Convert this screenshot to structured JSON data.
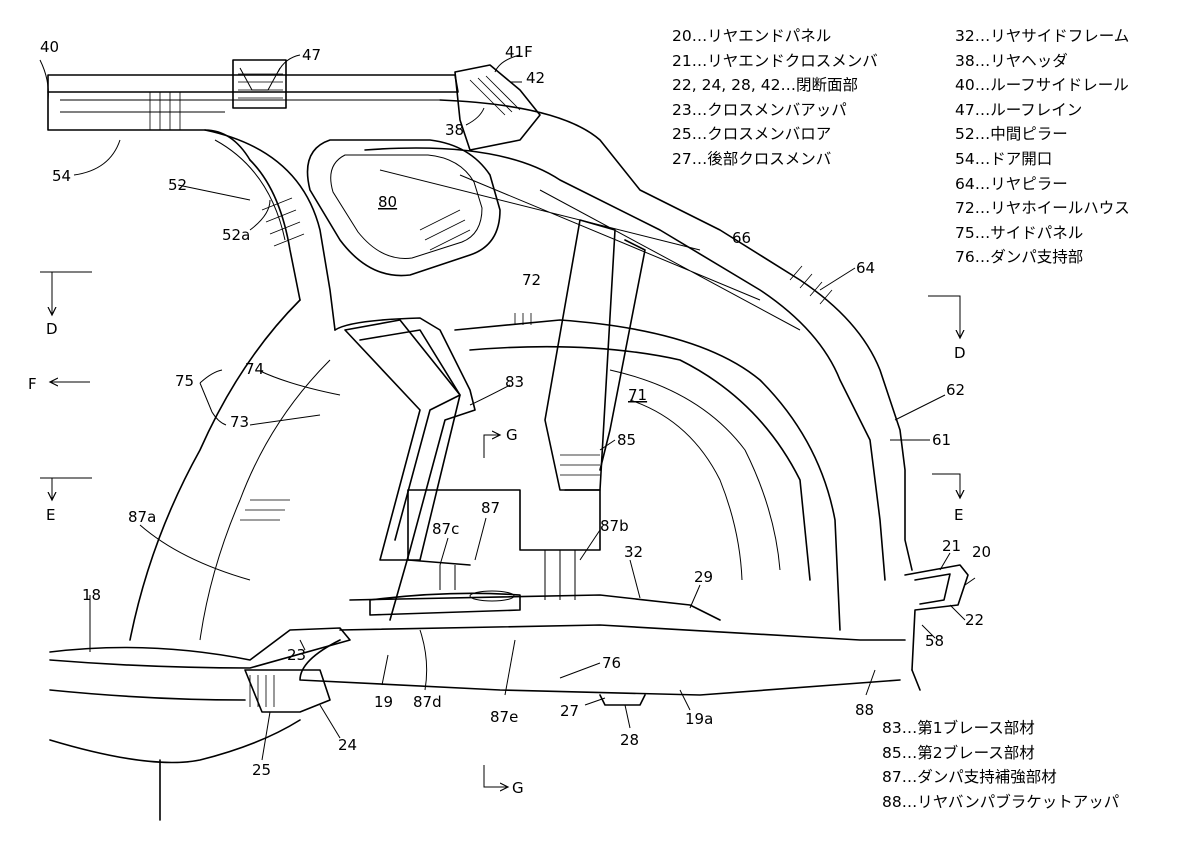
{
  "legend_top_left": [
    "20…リヤエンドパネル",
    "21…リヤエンドクロスメンバ",
    "22, 24, 28, 42…閉断面部",
    "23…クロスメンバアッパ",
    "25…クロスメンバロア",
    "27…後部クロスメンバ"
  ],
  "legend_top_right": [
    "32…リヤサイドフレーム",
    "38…リヤヘッダ",
    "40…ルーフサイドレール",
    "47…ルーフレイン",
    "52…中間ピラー",
    "54…ドア開口",
    "64…リヤピラー",
    "72…リヤホイールハウス",
    "75…サイドパネル",
    "76…ダンパ支持部"
  ],
  "legend_bottom_right": [
    "83…第1ブレース部材",
    "85…第2ブレース部材",
    "87…ダンパ支持補強部材",
    "88…リヤバンパブラケットアッパ"
  ],
  "labels": {
    "n40": "40",
    "n47": "47",
    "n41F": "41F",
    "n42": "42",
    "n38": "38",
    "n54": "54",
    "n52": "52",
    "n52a": "52a",
    "n80": "80",
    "n66": "66",
    "n64": "64",
    "n72": "72",
    "n62": "62",
    "n61": "61",
    "n75": "75",
    "n74": "74",
    "n73": "73",
    "n83": "83",
    "n71": "71",
    "n85": "85",
    "nG1": "G",
    "n87a": "87a",
    "n87": "87",
    "n87c": "87c",
    "n87b": "87b",
    "n32": "32",
    "n29": "29",
    "n21": "21",
    "n20": "20",
    "n22": "22",
    "n58": "58",
    "n18": "18",
    "n23": "23",
    "n19": "19",
    "n87d": "87d",
    "n87e": "87e",
    "n76": "76",
    "n27": "27",
    "n28": "28",
    "n19a": "19a",
    "n88": "88",
    "n24": "24",
    "n25": "25",
    "nG2": "G",
    "dirF": "F",
    "dirD1": "D",
    "dirD2": "D",
    "dirE1": "E",
    "dirE2": "E"
  }
}
